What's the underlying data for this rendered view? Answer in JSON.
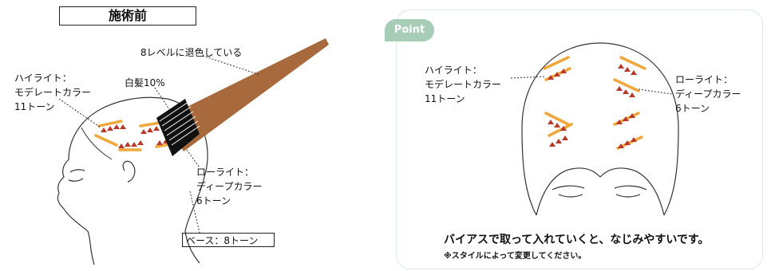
{
  "left": {
    "title": "施術前",
    "label_faded": "8レベルに退色している",
    "label_gray": "白髪10%",
    "highlight": [
      "ハイライト：",
      "モデレートカラー",
      "11トーン"
    ],
    "lowlight": [
      "ローライト：",
      "ディープカラー",
      "6トーン"
    ],
    "base": "ベース：8トーン"
  },
  "right": {
    "tab": "Point",
    "highlight": [
      "ハイライト：",
      "モデレートカラー",
      "11トーン"
    ],
    "lowlight": [
      "ローライト：",
      "ディープカラー",
      "6トーン"
    ],
    "message": "バイアスで取って入れていくと、なじみやすいです。",
    "note": "※スタイルによって変更してください。"
  },
  "colors": {
    "highlight_band": "#f0a83c",
    "lowlight_marks": "#b8392a",
    "brush_handle": "#a86a3c",
    "panel_border": "#dcebe2",
    "tab_fill": "#a7cdb6"
  }
}
